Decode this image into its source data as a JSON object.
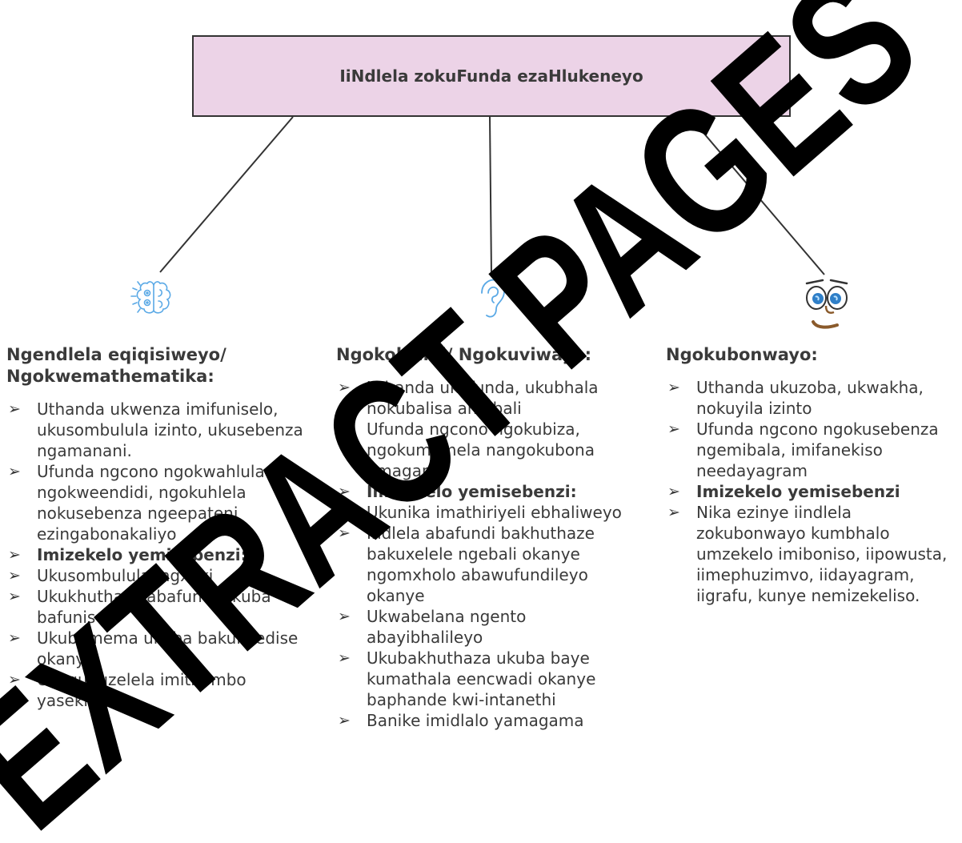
{
  "title": "IiNdlela zokuFunda ezaHlukeneyo",
  "columns": [
    {
      "heading": "Ngendlela eqiqisiweyo/ Ngokwemathematika:",
      "items": [
        {
          "text": "Uthanda ukwenza imifuniselo, ukusombulula izinto, ukusebenza ngamanani.",
          "bold": false
        },
        {
          "text": "Ufunda ngcono ngokwahlula ngokweendidi, ngokuhlela nokusebenza ngeepateni ezingabonakaliyo",
          "bold": false
        },
        {
          "text": "Imizekelo yemisebenzi:",
          "bold": true
        },
        {
          "text": "Ukusombulula ingxaki",
          "bold": false
        },
        {
          "text": "Ukukhuthaza abafundi ukuba bafunisele",
          "bold": false
        },
        {
          "text": "Ukubamema ukuba bakuncedise okanye",
          "bold": false
        },
        {
          "text": "Ukuququzelela imithombo yaseklasini",
          "bold": false
        }
      ]
    },
    {
      "heading": "Ngokolwimi/ Ngokuviwayo:",
      "items": [
        {
          "text": "Uthanda ukufunda, ukubhala nokubalisa amabali",
          "bold": false
        },
        {
          "text": "Ufunda ngcono ngokubiza, ngokumamela nangokubona amagama",
          "bold": false
        },
        {
          "text": "Imizekelo yemisebenzi:",
          "bold": true
        },
        {
          "text": "Ukunika imathiriyeli ebhaliweyo",
          "bold": false
        },
        {
          "text": "Indlela abafundi bakhuthaze bakuxelele ngebali okanye ngomxholo abawufundileyo okanye",
          "bold": false
        },
        {
          "text": "Ukwabelana ngento abayibhalileyo",
          "bold": false
        },
        {
          "text": "Ukubakhuthaza ukuba baye kumathala eencwadi okanye baphande kwi-intanethi",
          "bold": false
        },
        {
          "text": "Banike imidlalo yamagama",
          "bold": false
        }
      ]
    },
    {
      "heading": "Ngokubonwayo:",
      "items": [
        {
          "text": "Uthanda ukuzoba, ukwakha, nokuyila izinto",
          "bold": false
        },
        {
          "text": "Ufunda ngcono ngokusebenza ngemibala, imifanekiso needayagram",
          "bold": false
        },
        {
          "text": "Imizekelo yemisebenzi",
          "bold": true
        },
        {
          "text": "Nika ezinye iindlela zokubonwayo kumbhalo umzekelo imiboniso, iipowusta, iimephuzimvo, iidayagram, iigrafu, kunye nemizekeliso.",
          "bold": false
        }
      ]
    }
  ],
  "icons": [
    "brain-icon",
    "ear-icon",
    "eyes-face-icon"
  ],
  "watermark": "EXTRACT PAGES",
  "colors": {
    "title_bg": "#ecd3e7",
    "icon_blue": "#5aa9e6",
    "text": "#3a3a3a"
  }
}
